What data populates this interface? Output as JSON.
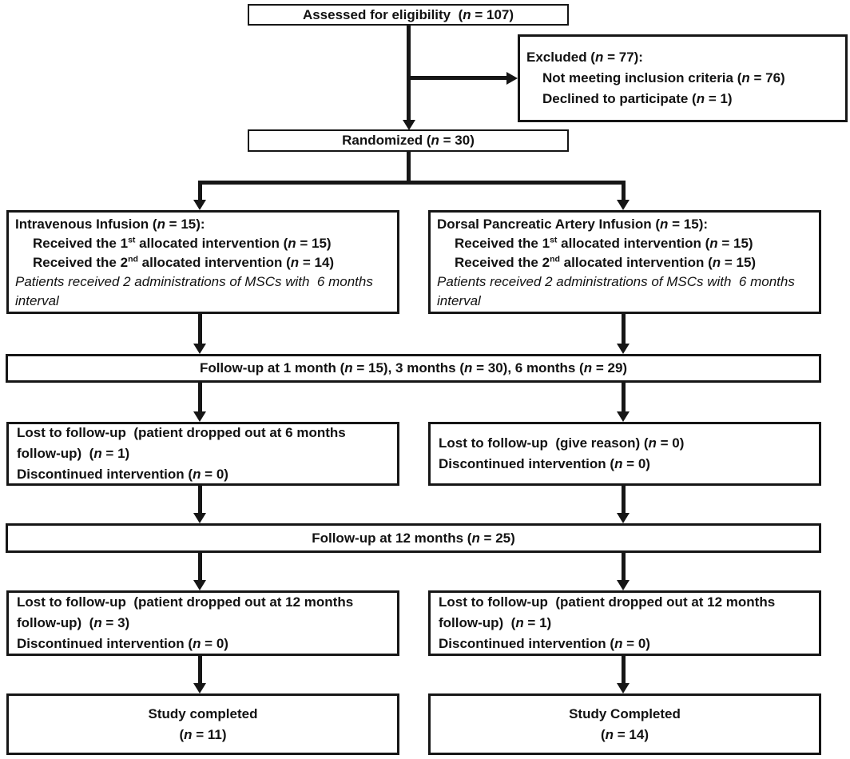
{
  "colors": {
    "background": "#ffffff",
    "box_border": "#161616",
    "arrow": "#161616",
    "text": "#121212"
  },
  "boxes": {
    "assessed": {
      "text": "Assessed for eligibility  (*n* = 107)"
    },
    "excluded": {
      "title": "Excluded (*n* = 77):",
      "items": [
        "Not meeting inclusion criteria (*n* = 76)",
        "Declined to participate (*n* = 1)"
      ]
    },
    "randomized": {
      "text": "Randomized (*n* = 30)"
    },
    "alloc_left": {
      "title": "Intravenous Infusion (*n* = 15):",
      "items": [
        "Received the 1^st^ allocated intervention (*n* = 15)",
        "Received the 2^nd^ allocated intervention (*n* = 14)"
      ],
      "note": "Patients received 2 administrations of MSCs with  6 months interval"
    },
    "alloc_right": {
      "title": "Dorsal Pancreatic Artery Infusion (*n* = 15):",
      "items": [
        "Received the 1^st^ allocated intervention (*n* = 15)",
        "Received the 2^nd^ allocated intervention (*n* = 15)"
      ],
      "note": "Patients received 2 administrations of MSCs with  6 months interval"
    },
    "followup_early": {
      "text": "Follow-up at 1 month (*n* = 15), 3 months (*n* = 30), 6 months (*n* = 29)"
    },
    "lost_6mo_left": {
      "lines": [
        "Lost to follow-up  (patient dropped out at 6 months follow-up)  (*n* = 1)",
        "Discontinued intervention (*n* = 0)"
      ]
    },
    "lost_6mo_right": {
      "lines": [
        "Lost to follow-up  (give reason) (*n* = 0)",
        "Discontinued intervention (*n* = 0)"
      ]
    },
    "followup_12mo": {
      "text": "Follow-up at 12 months (*n* = 25)"
    },
    "lost_12mo_left": {
      "lines": [
        "Lost to follow-up  (patient dropped out at 12 months follow-up)  (*n* = 3)",
        "Discontinued intervention (*n* = 0)"
      ]
    },
    "lost_12mo_right": {
      "lines": [
        "Lost to follow-up  (patient dropped out at 12 months follow-up)  (*n* = 1)",
        "Discontinued intervention (*n* = 0)"
      ]
    },
    "completed_left": {
      "line1": "Study completed",
      "line2": "(*n* = 11)"
    },
    "completed_right": {
      "line1": "Study Completed",
      "line2": "(*n* = 14)"
    }
  }
}
